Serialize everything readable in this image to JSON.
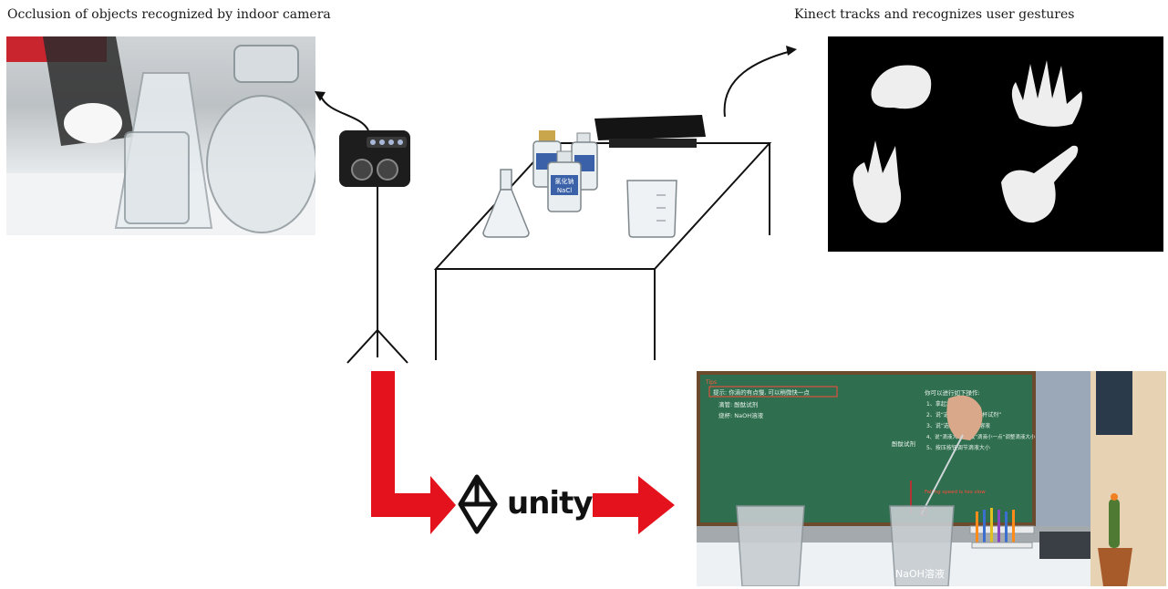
{
  "captions": {
    "camera": "Occlusion of objects recognized by indoor camera",
    "kinect": "Kinect tracks and recognizes user gestures"
  },
  "unity_logo": {
    "text": "unity"
  },
  "bottles": {
    "nacl": "NaCl",
    "label2": "氯化钠"
  },
  "unity_scene": {
    "tips_title": "Tips",
    "hint": "提示: 你滴的有点慢, 可以稍微快一点",
    "dropper": "滴管: 酚酞试剂",
    "beaker": "烧杯: NaOH溶液",
    "ops_title": "你可以进行如下操作:",
    "op1": "1、拿起滴管",
    "op2": "2、说“选择”或“选择量杯试剂”",
    "op3": "3、说“选择”选择量杯溶液",
    "op4": "4、说“滴液大一点”或“滴液小一点”调整滴液大小",
    "op5": "5、按压按钮调节滴液大小",
    "reagent": "酚酞试剂",
    "status": "Falling speed is too slow",
    "beaker_label": "NaOH溶液"
  },
  "colors": {
    "arrow": "#e3121c",
    "board": "#2f6e4e"
  }
}
